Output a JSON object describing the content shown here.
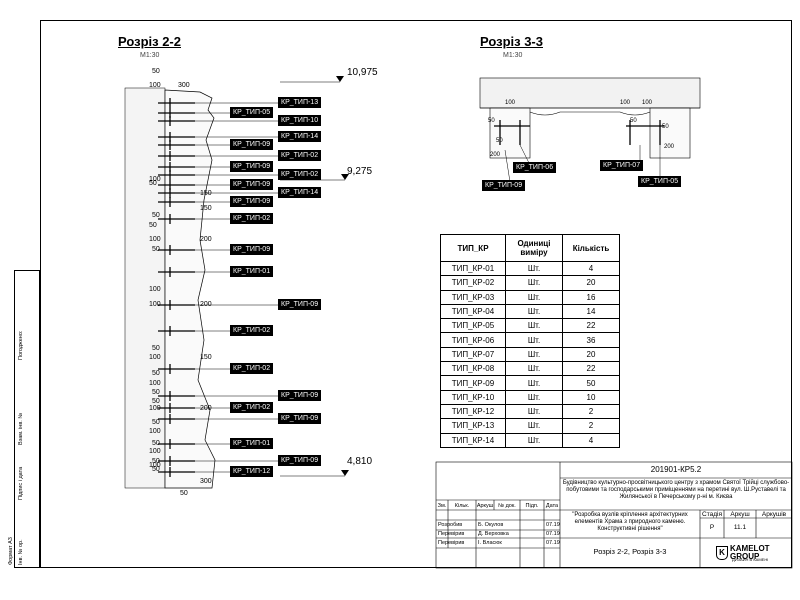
{
  "section22": {
    "title": "Розріз 2-2",
    "scale": "М1:30"
  },
  "section33": {
    "title": "Розріз 3-3",
    "scale": "М1:30"
  },
  "elevations": {
    "top": "10,975",
    "mid": "9,275",
    "bottom": "4,810"
  },
  "tags22": [
    "КР_ТИП-13",
    "КР_ТИП-05",
    "КР_ТИП-10",
    "КР_ТИП-14",
    "КР_ТИП-09",
    "КР_ТИП-02",
    "КР_ТИП-09",
    "КР_ТИП-02",
    "КР_ТИП-09",
    "КР_ТИП-14",
    "КР_ТИП-09",
    "КР_ТИП-02",
    "КР_ТИП-09",
    "КР_ТИП-01",
    "КР_ТИП-09",
    "КР_ТИП-02",
    "КР_ТИП-02",
    "КР_ТИП-09",
    "КР_ТИП-02",
    "КР_ТИП-09",
    "КР_ТИП-01",
    "КР_ТИП-09",
    "КР_ТИП-12"
  ],
  "dims22": [
    "50",
    "100",
    "300",
    "50",
    "150",
    "150",
    "50",
    "100",
    "200",
    "50",
    "100",
    "200",
    "50",
    "100",
    "150",
    "100",
    "50",
    "50",
    "100",
    "200",
    "100",
    "50",
    "100",
    "300",
    "50",
    "100",
    "50",
    "50",
    "50",
    "100",
    "50",
    "100",
    "50"
  ],
  "tags33": [
    "КР_ТИП-06",
    "КР_ТИП-09",
    "КР_ТИП-07",
    "КР_ТИП-05"
  ],
  "dims33": [
    "100",
    "50",
    "50",
    "200",
    "100",
    "50",
    "100",
    "50",
    "200"
  ],
  "table": {
    "headers": [
      "ТИП_КР",
      "Одиниці виміру",
      "Кількість"
    ],
    "rows": [
      [
        "ТИП_КР-01",
        "Шт.",
        "4"
      ],
      [
        "ТИП_КР-02",
        "Шт.",
        "20"
      ],
      [
        "ТИП_КР-03",
        "Шт.",
        "16"
      ],
      [
        "ТИП_КР-04",
        "Шт.",
        "14"
      ],
      [
        "ТИП_КР-05",
        "Шт.",
        "22"
      ],
      [
        "ТИП_КР-06",
        "Шт.",
        "36"
      ],
      [
        "ТИП_КР-07",
        "Шт.",
        "20"
      ],
      [
        "ТИП_КР-08",
        "Шт.",
        "22"
      ],
      [
        "ТИП_КР-09",
        "Шт.",
        "50"
      ],
      [
        "ТИП_КР-10",
        "Шт.",
        "10"
      ],
      [
        "ТИП_КР-12",
        "Шт.",
        "2"
      ],
      [
        "ТИП_КР-13",
        "Шт.",
        "2"
      ],
      [
        "ТИП_КР-14",
        "Шт.",
        "4"
      ]
    ]
  },
  "titleblock": {
    "code": "201901-КР5.2",
    "project": "Будівництво культурно-просвітницького центру з храмом Святої Трійці службово-побутовими та господарськими приміщеннями на перетині вул. Ш.Руставелі та Жилянської в Печерському р-ні м. Києва",
    "cols": [
      "Зм.",
      "Кільк.",
      "Аркуш",
      "№ док.",
      "Підп.",
      "Дата"
    ],
    "drawing": "\"Розробка вузлів кріплення архітектурних елементів Храма з природного каменю. Конструктивні рішення\"",
    "stage_labels": [
      "Стадія",
      "Аркуш",
      "Аркушів"
    ],
    "stage": "Р",
    "sheet": "11.1",
    "sheets": "",
    "people": [
      [
        "Розробив",
        "Б. Окулов",
        "07.19"
      ],
      [
        "Перевірив",
        "Д. Верховка",
        "07.19"
      ],
      [
        "Перевірив",
        "І. Власюк",
        "07.19"
      ]
    ],
    "sheet_title": "Розріз 2-2, Розріз 3-3",
    "logo": "KAMELOT GROUP",
    "logo_sub": "ДИЗАЙН В КАМЕНІ"
  },
  "side": {
    "agreed": "Погоджено:",
    "inv": "Інв. № ор.",
    "sign": "Підпис і дата",
    "inv2": "Взам. інв. №",
    "format": "Формат А3",
    "code": "Інв. № ор."
  }
}
